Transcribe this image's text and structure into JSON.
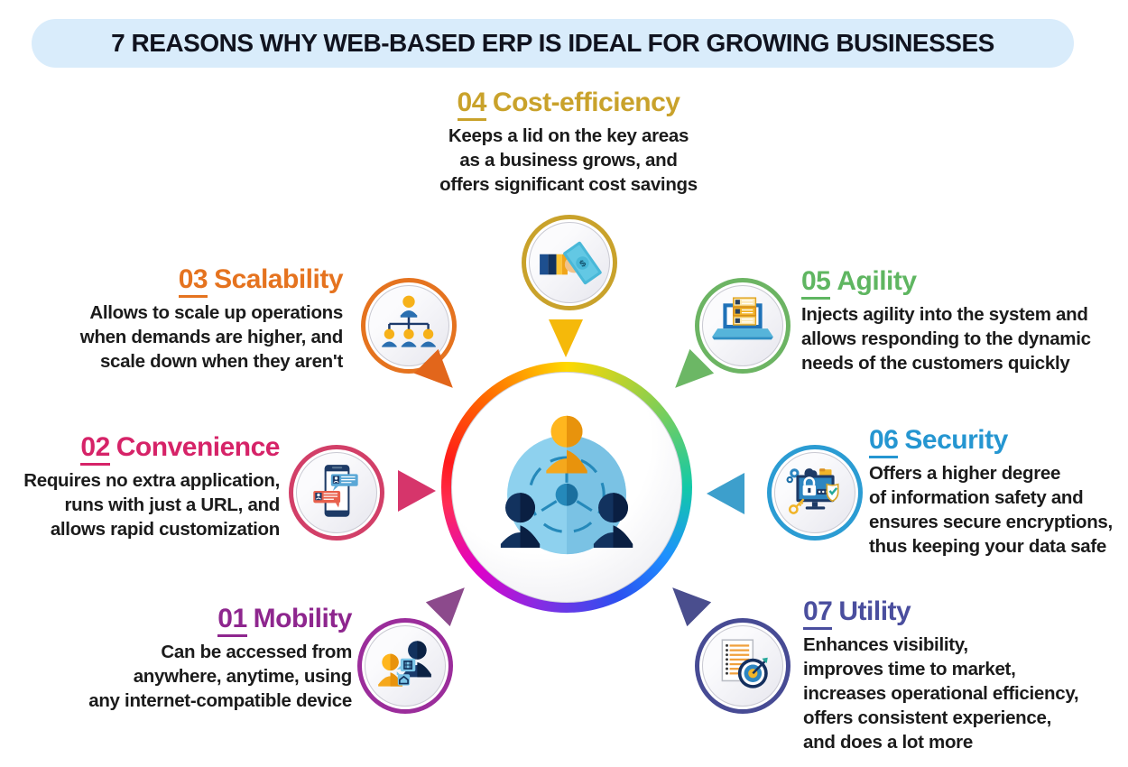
{
  "title": "7 REASONS WHY WEB-BASED ERP IS IDEAL FOR GROWING BUSINESSES",
  "banner": {
    "background": "#d9ecfb",
    "text_color": "#10131f"
  },
  "center": {
    "icon": "people-network-hub-icon",
    "ring_style": "rainbow-conic-gradient",
    "ring_colors": [
      "#ffd800",
      "#8ccf4d",
      "#12c9a8",
      "#1e90ff",
      "#8a2be2",
      "#e000c8",
      "#ff2d55",
      "#ff6a00"
    ]
  },
  "items": [
    {
      "number": "01",
      "title": "Mobility",
      "color": "#8e268e",
      "icon": "two-people-chat-icon",
      "desc": [
        "Can be accessed from",
        "anywhere, anytime, using",
        "any internet-compatible device"
      ]
    },
    {
      "number": "02",
      "title": "Convenience",
      "color": "#d62368",
      "icon": "smartphone-chat-icon",
      "desc": [
        "Requires no extra application,",
        "runs with just a URL, and",
        "allows rapid customization"
      ]
    },
    {
      "number": "03",
      "title": "Scalability",
      "color": "#e5731f",
      "icon": "org-chart-icon",
      "desc": [
        "Allows to scale up operations",
        "when demands are higher, and",
        "scale down when they aren't"
      ]
    },
    {
      "number": "04",
      "title": "Cost-efficiency",
      "color": "#c9a22b",
      "icon": "hand-money-icon",
      "desc": [
        "Keeps a lid on the key areas",
        "as a business grows, and",
        "offers significant cost savings"
      ]
    },
    {
      "number": "05",
      "title": "Agility",
      "color": "#5fb661",
      "icon": "laptop-list-icon",
      "desc": [
        "Injects agility into the system and",
        "allows responding to the dynamic",
        "needs of the customers quickly"
      ]
    },
    {
      "number": "06",
      "title": "Security",
      "color": "#2596d1",
      "icon": "secure-monitor-icon",
      "desc": [
        "Offers a higher degree",
        "of information safety and",
        "ensures secure encryptions,",
        "thus keeping your data safe"
      ]
    },
    {
      "number": "07",
      "title": "Utility",
      "color": "#4a4e9e",
      "icon": "checklist-target-icon",
      "desc": [
        "Enhances visibility,",
        "improves time to market,",
        "increases operational efficiency,",
        "offers consistent experience,",
        "and does a lot more"
      ]
    }
  ]
}
